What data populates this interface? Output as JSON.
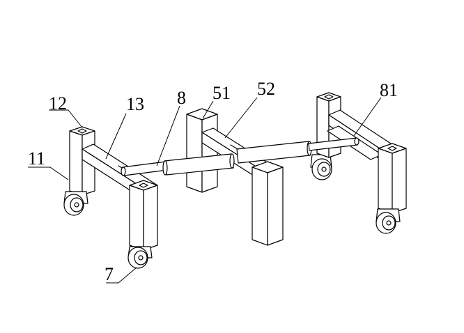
{
  "labels": {
    "l12": "12",
    "l13": "13",
    "l11": "11",
    "l8": "8",
    "l51": "51",
    "l52": "52",
    "l81": "81",
    "l7": "7"
  }
}
